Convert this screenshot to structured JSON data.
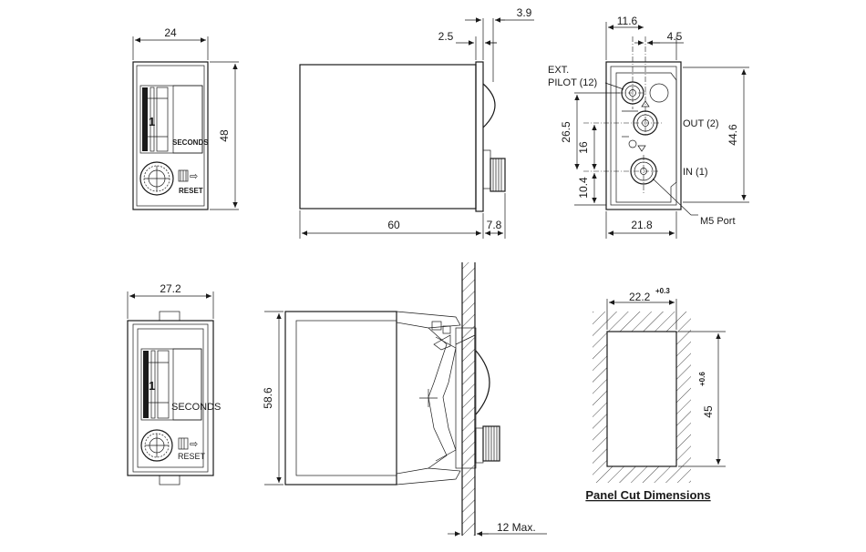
{
  "front_view": {
    "width_dim": "24",
    "height_dim": "48",
    "dial_digit": "1",
    "dial_label": "SECONDS",
    "reset_label": "RESET"
  },
  "side_view": {
    "length_dim": "60",
    "knob_dim": "7.8",
    "gap_dim": "2.5",
    "flange_dim": "3.9"
  },
  "rear_view": {
    "top_dim_1": "11.6",
    "top_dim_2": "4.5",
    "height_dim": "44.6",
    "dim_26_5": "26.5",
    "dim_16": "16",
    "dim_10_4": "10.4",
    "bottom_dim": "21.8",
    "port_ext_line1": "EXT.",
    "port_ext_line2": "PILOT  (12)",
    "port_out": "OUT (2)",
    "port_in": "IN (1)",
    "port_note": "M5 Port"
  },
  "mounted_front": {
    "width_dim": "27.2",
    "dial_digit": "1",
    "dial_label": "SECONDS",
    "reset_label": "RESET"
  },
  "mounted_side": {
    "height_dim": "58.6",
    "panel_dim": "12 Max."
  },
  "panel_cut": {
    "width_dim": "22.2",
    "width_tol": "+0.3",
    "height_dim": "45",
    "height_tol": "+0.6",
    "title": "Panel Cut Dimensions"
  }
}
